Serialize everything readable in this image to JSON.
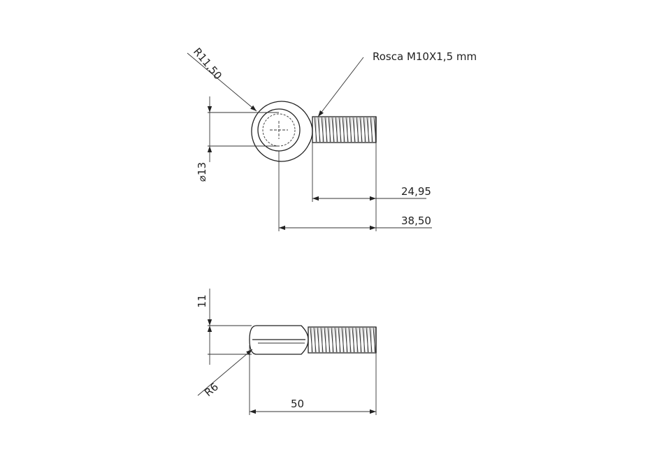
{
  "thread_note": "Rosca M10X1,5 mm",
  "top_view": {
    "radius_label": "R11,50",
    "diameter_label": "⌀13",
    "thread_length_label": "24,95",
    "total_length_label": "38,50"
  },
  "side_view": {
    "height_label": "11",
    "radius_label": "R6",
    "length_label": "50"
  }
}
